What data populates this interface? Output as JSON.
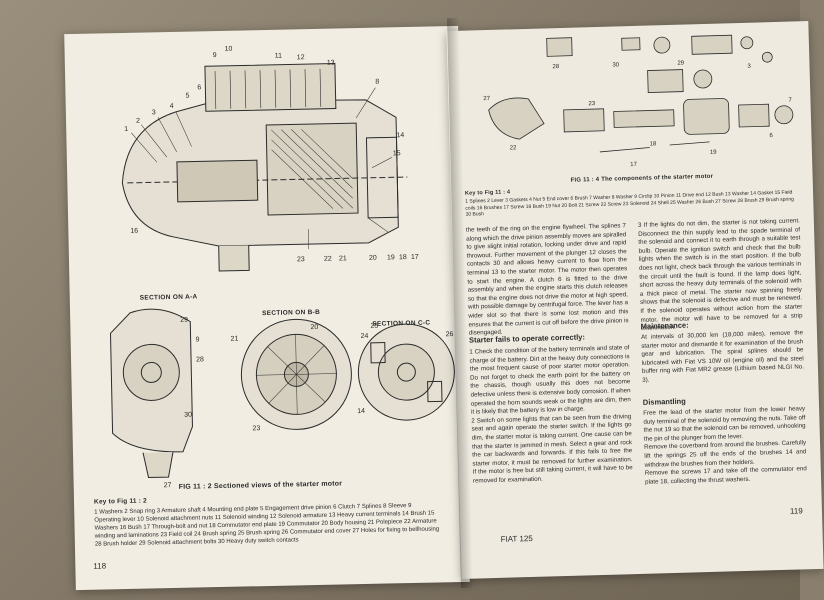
{
  "left_page": {
    "fig_caption": "FIG 11 : 2   Sectioned views of the starter motor",
    "section_labels": [
      "SECTION ON A-A",
      "SECTION ON B-B",
      "SECTION ON C-C"
    ],
    "key_title": "Key to Fig 11 : 2",
    "key_text": "1 Washers   2 Snap ring   3 Armature shaft   4 Mounting end plate   5 Engagement drive pinion   6 Clutch   7 Splines   8 Sleeve   9 Operating lever   10 Solenoid attachment nuts   11 Solenoid winding   12 Solenoid armature   13 Heavy current terminals   14 Brush   15 Washers   16 Bush   17 Through-bolt and nut   18 Commutator end plate   19 Commutator   20 Body housing   21 Polepiece   22 Armature winding and laminations   23 Field coil   24 Brush spring   25 Brush spring   26 Commutator end cover   27 Holes for fixing to bellhousing   28 Brush holder   29 Solenoid attachment bolts   30 Heavy duty switch contacts",
    "page_number": "118"
  },
  "right_page": {
    "fig_caption": "FIG 11 : 4   The components of the starter motor",
    "key_title": "Key to Fig 11 : 4",
    "key_text": "1 Splines  2 Lever  3 Gaskets  4 Nut  5 End cover  6 Brush  7 Washer  8 Washer  9 Circlip  10 Pinion  11 Drive end  12 Bush  13 Washer  14 Gasket  15 Field coils  16 Brushes  17 Screw  18 Bush  19 Nut  20 Bolt  21 Screw  22 Screw  23 Solenoid  24 Shell  25 Washer  26 Bush  27 Screw  28 Brush  29 Brush spring  30 Bush",
    "col1_text": "the teeth of the ring on the engine flywheel. The splines 7 along which the drive pinion assembly moves are spiralled to give slight initial rotation, locking under drive and rapid throwout. Further movement of the plunger 12 closes the contacts 30 and allows heavy current to flow from the terminal 13 to the starter motor. The motor then operates to start the engine. A clutch 6 is fitted to the drive assembly and when the engine starts this clutch releases so that the engine does not drive the motor at high speed, with possible damage by centrifugal force. The lever has a wider slot so that there is some lost motion and this ensures that the current is cut off before the drive pinion is disengaged.",
    "starter_heading": "Starter fails to operate correctly:",
    "col1_list": "1 Check the condition of the battery terminals and state of charge of the battery. Dirt at the heavy duty connections is the most frequent cause of poor starter motor operation. Do not forget to check the earth point for the battery on the chassis, though usually this does not become defective unless there is extensive body corrosion. If when operated the horn sounds weak or the lights are dim, then it is likely that the battery is low in charge.\n2 Switch on some lights that can be seen from the driving seat and again operate the starter switch. If the lights go dim, the starter motor is taking current. One cause can be that the starter is jammed in mesh. Select a gear and rock the car backwards and forwards. If this fails to free the starter motor, it must be removed for further examination. If the motor is free but still taking current, it will have to be removed for examination.",
    "col2_text": "3 If the lights do not dim, the starter is not taking current. Disconnect the thin supply lead to the spade terminal of the solenoid and connect it to earth through a suitable test bulb. Operate the ignition switch and check that the bulb lights when the switch is in the start position. If the bulb does not light, check back through the various terminals in the circuit until the fault is found. If the lamp does light, short across the heavy duty terminals of the solenoid with a thick piece of metal. The starter now spinning freely shows that the solenoid is defective and must be renewed. If the solenoid operates without action from the starter motor, the motor will have to be removed for a strip examination.",
    "maint_heading": "Maintenance:",
    "maint_text": "At intervals of 30,000 km (18,000 miles), remove the starter motor and dismantle it for examination of the brush gear and lubrication. The spiral splines should be lubricated with Fiat VS 10W oil (engine oil) and the steel buffer ring with Fiat MR2 grease (Lithium based NLGI No. 3).",
    "dismantle_heading": "Dismantling",
    "dismantle_text": "Free the lead of the starter motor from the lower heavy duty terminal of the solenoid by removing the nuts. Take off the nut 19 so that the solenoid can be removed, unhooking the pin of the plunger from the lever.\nRemove the coverband from around the brushes. Carefully lift the springs 25 off the ends of the brushes 14 and withdraw the brushes from their holders.\nRemove the screws 17 and take off the commutator end plate 18, collecting the thrust washers.",
    "footer_title": "FIAT 125",
    "page_number": "119"
  },
  "colors": {
    "paper": "#f1ede2",
    "ink": "#2b2b2b",
    "background": "#8a7f6e"
  }
}
